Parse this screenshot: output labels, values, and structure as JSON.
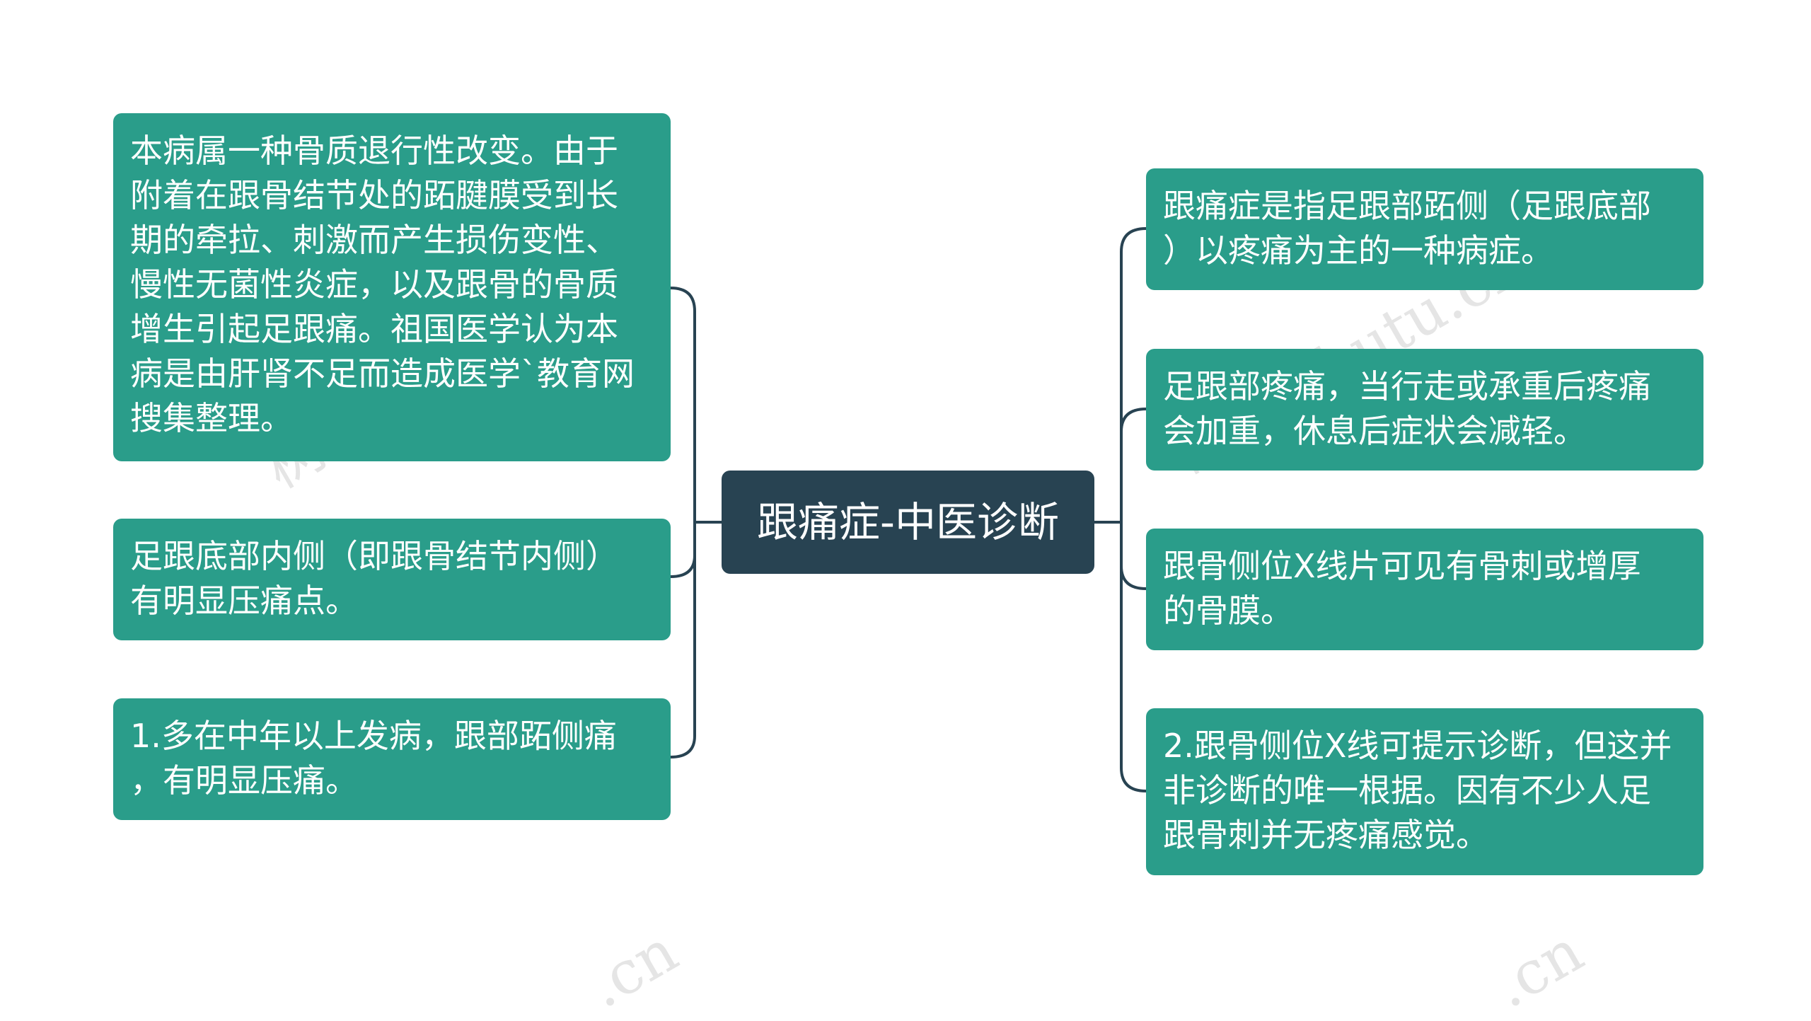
{
  "center": {
    "label": "跟痛症-中医诊断"
  },
  "left_nodes": [
    {
      "text": "本病属一种骨质退行性改变。由于\n附着在跟骨结节处的跖腱膜受到长\n期的牵拉、刺激而产生损伤变性、\n慢性无菌性炎症，以及跟骨的骨质\n增生引起足跟痛。祖国医学认为本\n病是由肝肾不足而造成医学`教育网\n搜集整理。"
    },
    {
      "text": "足跟底部内侧（即跟骨结节内侧）\n有明显压痛点。"
    },
    {
      "text": "1.多在中年以上发病，跟部跖侧痛\n，有明显压痛。"
    }
  ],
  "right_nodes": [
    {
      "text": "跟痛症是指足跟部跖侧（足跟底部\n）以疼痛为主的一种病症。"
    },
    {
      "text": "足跟部疼痛，当行走或承重后疼痛\n会加重，休息后症状会减轻。"
    },
    {
      "text": "跟骨侧位X线片可见有骨刺或增厚\n的骨膜。"
    },
    {
      "text": "2.跟骨侧位X线可提示诊断，但这并\n非诊断的唯一根据。因有不少人足\n跟骨刺并无疼痛感觉。"
    }
  ],
  "watermarks": [
    "树图 shutu.cn",
    "树图 shutu.cn",
    ".cn",
    ".cn"
  ],
  "colors": {
    "node": "#2a9d8a",
    "center": "#284352",
    "connector": "#284352"
  }
}
